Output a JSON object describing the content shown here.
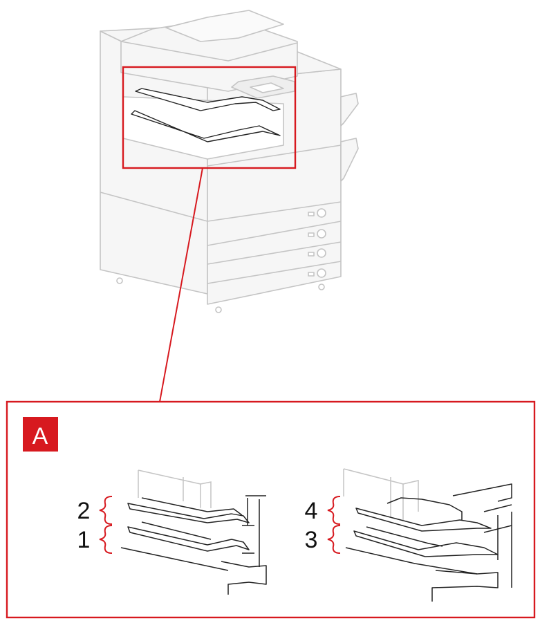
{
  "colors": {
    "highlight": "#d7191f",
    "printer_outline": "#c4c4c4",
    "printer_fill": "#f6f6f6",
    "tray_outline": "#222222",
    "badge_bg": "#d7191f",
    "badge_text": "#ffffff",
    "bracket": "#d7191f"
  },
  "callout": {
    "badge_label": "A"
  },
  "detail_left": {
    "upper_tray_number": "2",
    "lower_tray_number": "1"
  },
  "detail_right": {
    "upper_tray_number": "4",
    "lower_tray_number": "3"
  }
}
